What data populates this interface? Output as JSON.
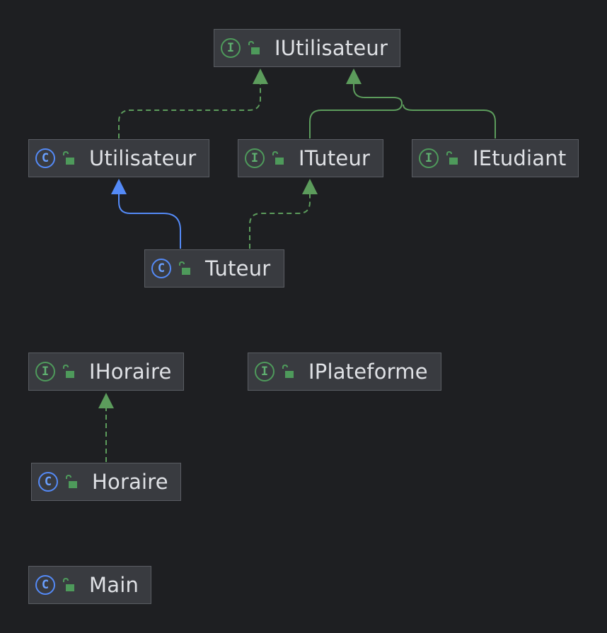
{
  "colors": {
    "background": "#1e1f22",
    "node_fill": "#393b40",
    "node_border": "#5a5d63",
    "text": "#dfe1e5",
    "interface_green": "#5fb070",
    "class_blue": "#6aa0ff",
    "extends_line": "#548af7",
    "implements_line": "#5c9c5c"
  },
  "nodes": {
    "iutilisateur": {
      "label": "IUtilisateur",
      "kind": "interface",
      "icon": "interface-icon",
      "visibility": "public-lock-icon"
    },
    "utilisateur": {
      "label": "Utilisateur",
      "kind": "class",
      "icon": "class-icon",
      "visibility": "public-lock-icon"
    },
    "ituteur": {
      "label": "ITuteur",
      "kind": "interface",
      "icon": "interface-icon",
      "visibility": "public-lock-icon"
    },
    "ietudiant": {
      "label": "IEtudiant",
      "kind": "interface",
      "icon": "interface-icon",
      "visibility": "public-lock-icon"
    },
    "tuteur": {
      "label": "Tuteur",
      "kind": "class",
      "icon": "class-icon",
      "visibility": "public-lock-icon"
    },
    "ihoraire": {
      "label": "IHoraire",
      "kind": "interface",
      "icon": "interface-icon",
      "visibility": "public-lock-icon"
    },
    "iplateforme": {
      "label": "IPlateforme",
      "kind": "interface",
      "icon": "interface-icon",
      "visibility": "public-lock-icon"
    },
    "horaire": {
      "label": "Horaire",
      "kind": "class",
      "icon": "class-icon",
      "visibility": "public-lock-icon"
    },
    "main": {
      "label": "Main",
      "kind": "class",
      "icon": "class-icon",
      "visibility": "public-lock-icon"
    }
  },
  "icon_glyphs": {
    "interface": "I",
    "class": "C"
  },
  "edges": [
    {
      "from": "Utilisateur",
      "to": "IUtilisateur",
      "relation": "implements",
      "style": "dashed"
    },
    {
      "from": "ITuteur",
      "to": "IUtilisateur",
      "relation": "extends",
      "style": "solid"
    },
    {
      "from": "IEtudiant",
      "to": "IUtilisateur",
      "relation": "extends",
      "style": "solid"
    },
    {
      "from": "Tuteur",
      "to": "Utilisateur",
      "relation": "extends",
      "style": "solid"
    },
    {
      "from": "Tuteur",
      "to": "ITuteur",
      "relation": "implements",
      "style": "dashed"
    },
    {
      "from": "Horaire",
      "to": "IHoraire",
      "relation": "implements",
      "style": "dashed"
    }
  ]
}
